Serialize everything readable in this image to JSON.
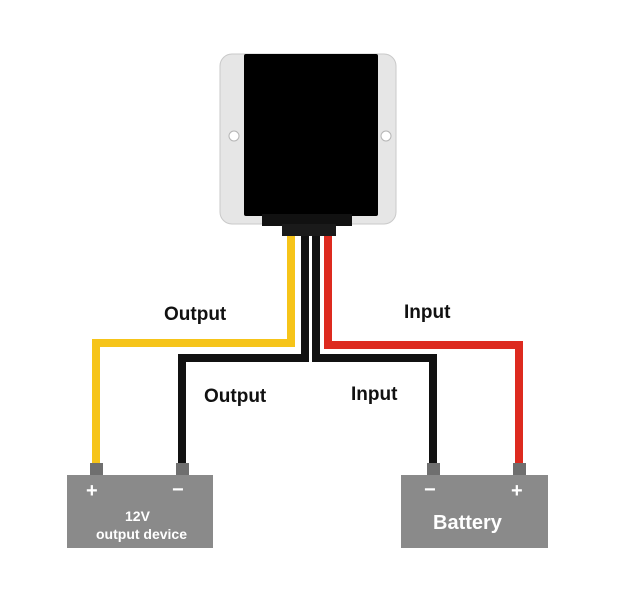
{
  "labels": {
    "output_upper": "Output",
    "output_lower": "Output",
    "input_upper": "Input",
    "input_lower": "Input"
  },
  "load_device": {
    "plus": "+",
    "minus": "−",
    "line1": "12V",
    "line2": "output device"
  },
  "battery": {
    "minus": "−",
    "plus": "+",
    "name": "Battery"
  },
  "colors": {
    "wire_yellow": "#f6c419",
    "wire_black": "#111111",
    "wire_red": "#dd2a1f",
    "box_gray": "#8a8a8a",
    "module_body": "#000000",
    "module_bracket": "#e6e6e6"
  }
}
